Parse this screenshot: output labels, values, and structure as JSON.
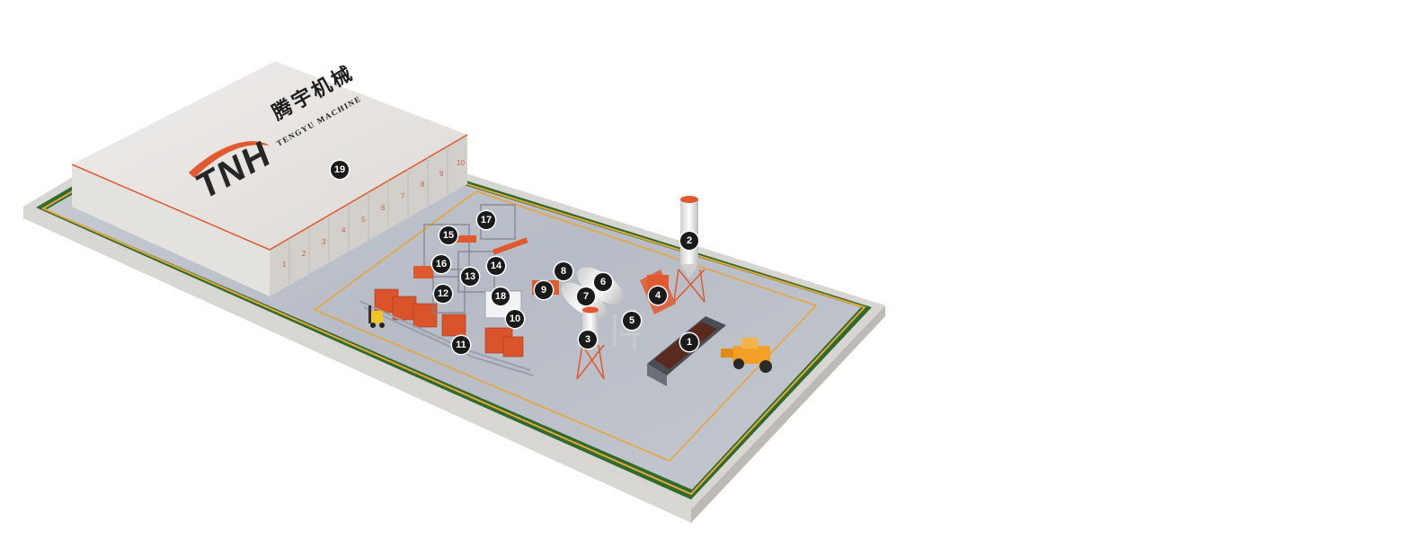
{
  "building": {
    "logo_text": "TNH",
    "brand_cn": "腾宇机械",
    "brand_en": "TENGYU MACHINE",
    "bay_numbers": [
      "1",
      "2",
      "3",
      "4",
      "5",
      "6",
      "7",
      "8",
      "9",
      "10"
    ]
  },
  "markers": [
    "1",
    "2",
    "3",
    "4",
    "5",
    "6",
    "7",
    "8",
    "9",
    "10",
    "11",
    "12",
    "13",
    "14",
    "15",
    "16",
    "17",
    "18",
    "19"
  ],
  "colors": {
    "accent_orange": "#e0592f",
    "floor": "#b9bec8",
    "border_green": "#2f6b2f",
    "boundary_line": "#e8a63a",
    "marker_fill": "#1a1a1a"
  }
}
